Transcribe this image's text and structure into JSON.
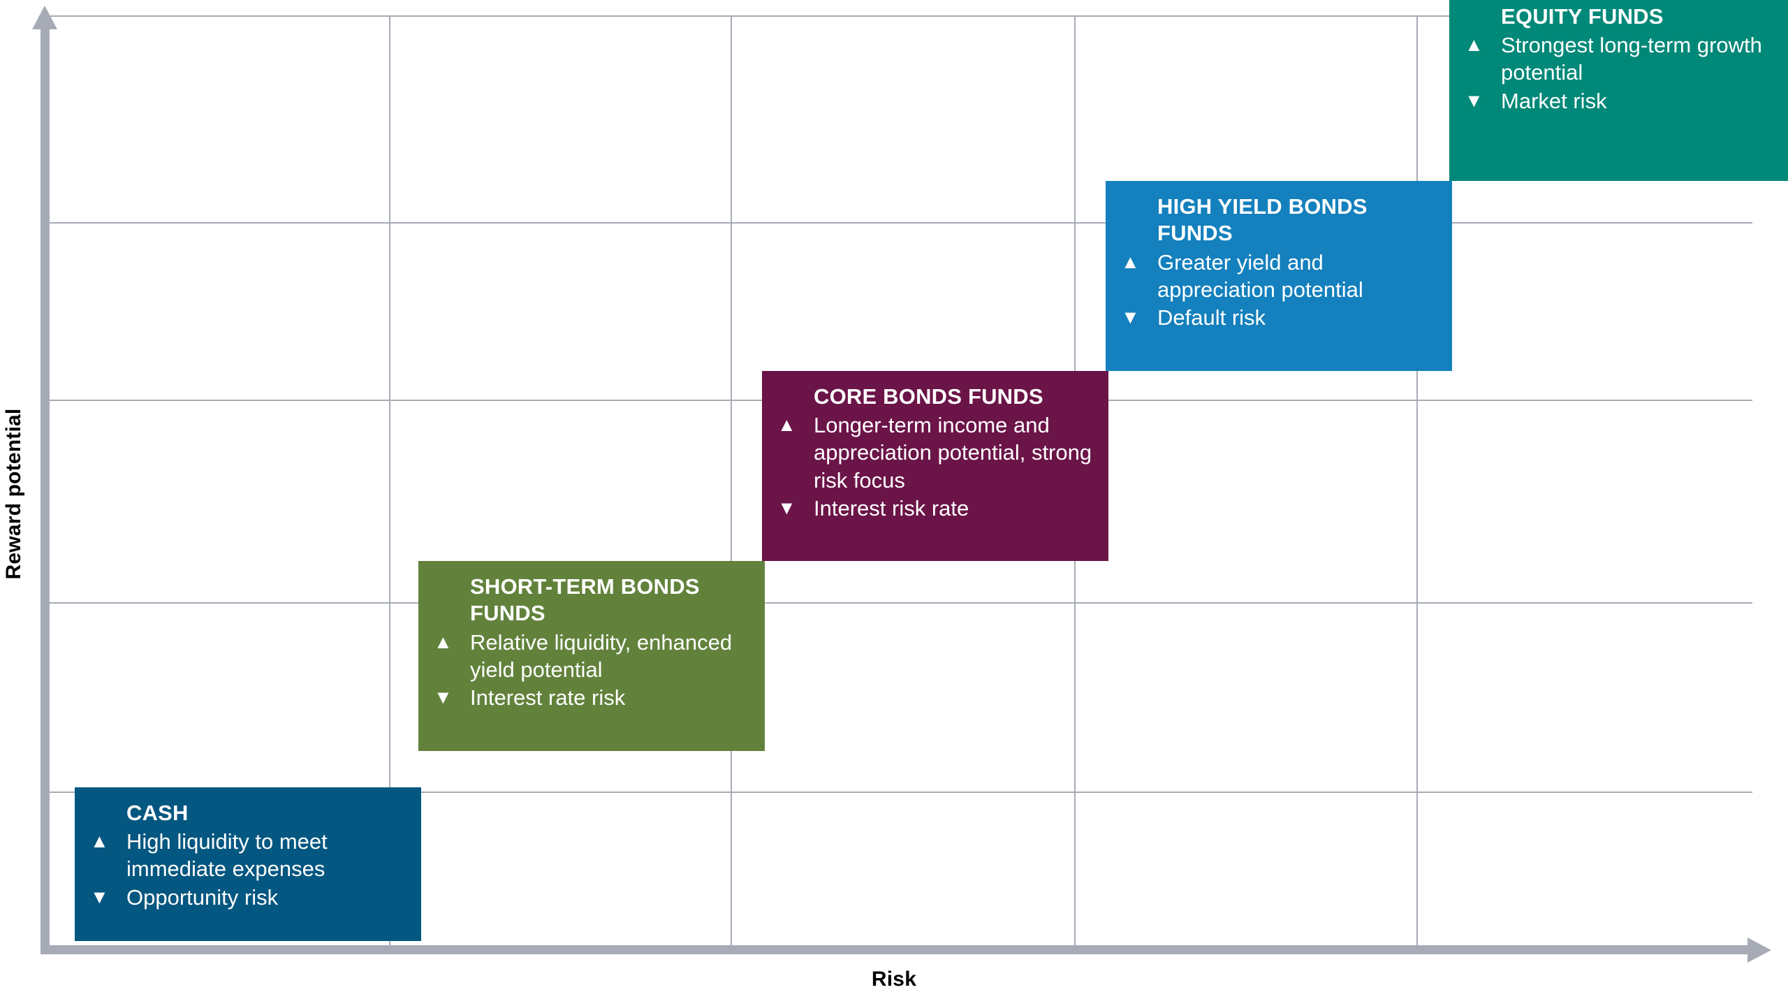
{
  "chart_data": {
    "type": "bar",
    "title": "",
    "xlabel": "Risk",
    "ylabel": "Reward potential",
    "grid": true,
    "legend": "none",
    "categories": [
      "CASH",
      "SHORT-TERM BONDS FUNDS",
      "CORE BONDS FUNDS",
      "HIGH YIELD BONDS FUNDS",
      "EQUITY FUNDS"
    ],
    "values": [
      1,
      2,
      3,
      4,
      5
    ],
    "xlim": [
      0,
      5
    ],
    "ylim": [
      0,
      5
    ],
    "description": "Risk versus reward potential staircase: five asset classes plotted as ascending blocks, each one step further right (higher risk) and one step higher (higher reward potential)."
  },
  "axes": {
    "y_label": "Reward potential",
    "x_label": "Risk"
  },
  "markers": {
    "up": "▲",
    "down": "▼"
  },
  "tiers": [
    {
      "id": "cash",
      "title": "CASH",
      "color": "#045780",
      "risk_step": 0,
      "reward_step": 0,
      "points": [
        {
          "marker": "up",
          "text": "High liquidity to meet immediate expenses"
        },
        {
          "marker": "down",
          "text": "Opportunity risk"
        }
      ]
    },
    {
      "id": "short-term-bonds-funds",
      "title": "SHORT-TERM BONDS FUNDS",
      "color": "#62823c",
      "risk_step": 1,
      "reward_step": 1,
      "points": [
        {
          "marker": "up",
          "text": "Relative liquidity, enhanced yield potential"
        },
        {
          "marker": "down",
          "text": "Interest rate risk"
        }
      ]
    },
    {
      "id": "core-bonds-funds",
      "title": "CORE BONDS FUNDS",
      "color": "#6b1448",
      "risk_step": 2,
      "reward_step": 2,
      "points": [
        {
          "marker": "up",
          "text": "Longer-term income and appreciation potential, strong risk focus"
        },
        {
          "marker": "down",
          "text": "Interest risk rate"
        }
      ]
    },
    {
      "id": "high-yield-bonds-funds",
      "title": "HIGH YIELD BONDS FUNDS",
      "color": "#1480bd",
      "risk_step": 3,
      "reward_step": 3,
      "points": [
        {
          "marker": "up",
          "text": "Greater yield and appreciation potential"
        },
        {
          "marker": "down",
          "text": "Default risk"
        }
      ]
    },
    {
      "id": "equity-funds",
      "title": "EQUITY FUNDS",
      "color": "#008878",
      "risk_step": 4,
      "reward_step": 4,
      "points": [
        {
          "marker": "up",
          "text": "Strongest long-term growth potential"
        },
        {
          "marker": "down",
          "text": "Market risk"
        }
      ]
    }
  ],
  "grid": {
    "horizontal_y": [
      0,
      296,
      550,
      840,
      1111
    ],
    "vertical_x": [
      486,
      975,
      1467,
      1957
    ]
  },
  "colors": {
    "axis": "#a6abb5",
    "grid": "#a6abb5",
    "text": "#000000",
    "box_text": "#ffffff"
  }
}
